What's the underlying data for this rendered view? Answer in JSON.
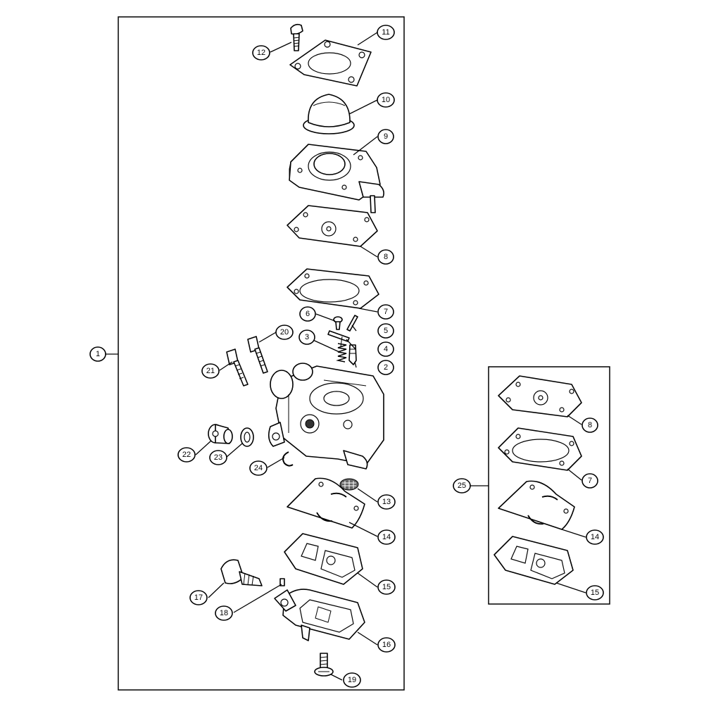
{
  "main_assembly": {
    "label": "1"
  },
  "gasket_kit": {
    "label": "25"
  },
  "callouts": [
    {
      "id": "c2",
      "label": "2"
    },
    {
      "id": "c3",
      "label": "3"
    },
    {
      "id": "c4",
      "label": "4"
    },
    {
      "id": "c5",
      "label": "5"
    },
    {
      "id": "c6",
      "label": "6"
    },
    {
      "id": "c7",
      "label": "7"
    },
    {
      "id": "c8",
      "label": "8"
    },
    {
      "id": "c9",
      "label": "9"
    },
    {
      "id": "c10",
      "label": "10"
    },
    {
      "id": "c11",
      "label": "11"
    },
    {
      "id": "c12",
      "label": "12"
    },
    {
      "id": "c13",
      "label": "13"
    },
    {
      "id": "c14",
      "label": "14"
    },
    {
      "id": "c15",
      "label": "15"
    },
    {
      "id": "c16",
      "label": "16"
    },
    {
      "id": "c17",
      "label": "17"
    },
    {
      "id": "c18",
      "label": "18"
    },
    {
      "id": "c19",
      "label": "19"
    },
    {
      "id": "c20",
      "label": "20"
    },
    {
      "id": "c21",
      "label": "21"
    },
    {
      "id": "c22",
      "label": "22"
    },
    {
      "id": "c23",
      "label": "23"
    },
    {
      "id": "c24",
      "label": "24"
    }
  ],
  "kit_callouts": [
    {
      "id": "k8",
      "label": "8"
    },
    {
      "id": "k7",
      "label": "7"
    },
    {
      "id": "k14",
      "label": "14"
    },
    {
      "id": "k15",
      "label": "15"
    }
  ]
}
